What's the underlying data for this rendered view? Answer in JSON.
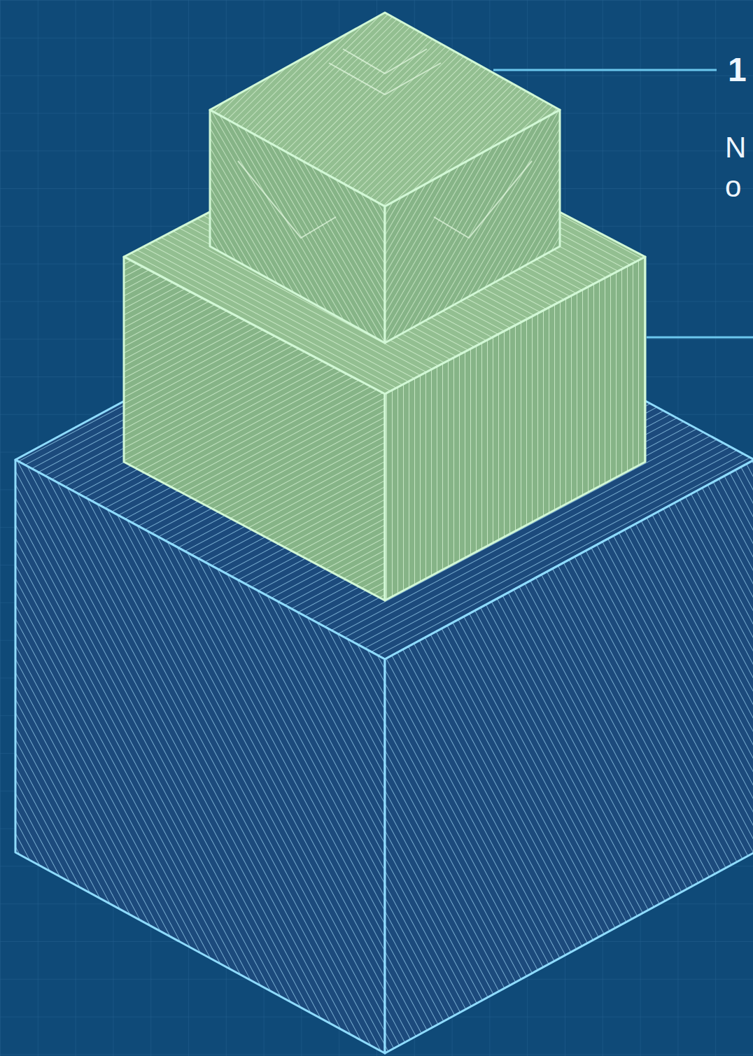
{
  "diagram": {
    "labels": [
      "1",
      "N",
      "o"
    ]
  }
}
